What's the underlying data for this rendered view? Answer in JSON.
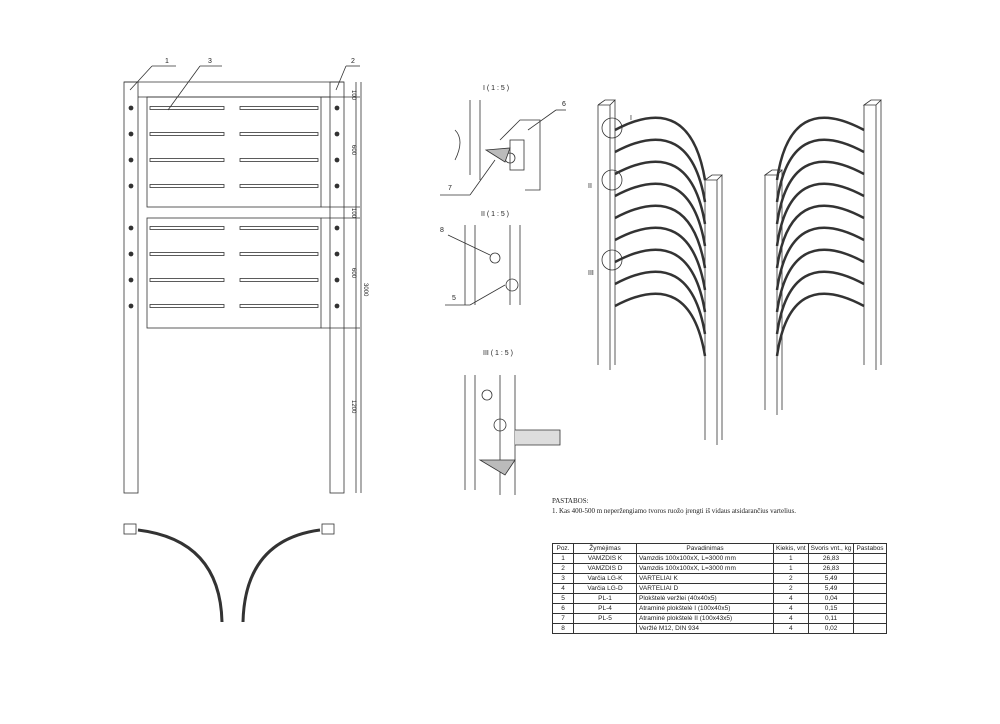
{
  "front_view": {
    "callouts": [
      "1",
      "3",
      "2"
    ],
    "dimensions": [
      "100",
      "600",
      "100",
      "600",
      "3000",
      "1200"
    ]
  },
  "details": [
    {
      "title": "I ( 1 : 5 )",
      "callouts": [
        "6",
        "7"
      ]
    },
    {
      "title": "II ( 1 : 5 )",
      "callouts": [
        "8",
        "5"
      ]
    },
    {
      "title": "III ( 1 : 5 )",
      "callouts": []
    }
  ],
  "iso_view": {
    "labels": [
      "I",
      "II",
      "III"
    ]
  },
  "notes": {
    "heading": "PASTABOS:",
    "items": [
      "1. Kas 400-500 m neperžengiamo tvoros ruožo įrengti iš vidaus atsidarančius vartelius."
    ]
  },
  "parts_table": {
    "headers": [
      "Poz.",
      "Žymėjimas",
      "Pavadinimas",
      "Kiekis, vnt",
      "Svoris vnt., kg",
      "Pastabos"
    ],
    "rows": [
      [
        "1",
        "VAMZDIS K",
        "Vamzdis 100x100xX, L=3000 mm",
        "1",
        "26,83",
        ""
      ],
      [
        "2",
        "VAMZDIS D",
        "Vamzdis 100x100xX, L=3000 mm",
        "1",
        "26,83",
        ""
      ],
      [
        "3",
        "Varčia LG-K",
        "VARTELIAI K",
        "2",
        "5,49",
        ""
      ],
      [
        "4",
        "Varčia LG-D",
        "VARTELIAI D",
        "2",
        "5,49",
        ""
      ],
      [
        "5",
        "PL-1",
        "Plokštelė veržlei (40x40x5)",
        "4",
        "0,04",
        ""
      ],
      [
        "6",
        "PL-4",
        "Atraminė plokštelė I (100x40x5)",
        "4",
        "0,15",
        ""
      ],
      [
        "7",
        "PL-5",
        "Atraminė plokštelė II (100x43x5)",
        "4",
        "0,11",
        ""
      ],
      [
        "8",
        "",
        "Veržlė M12, DIN 934",
        "4",
        "0,02",
        ""
      ]
    ]
  }
}
